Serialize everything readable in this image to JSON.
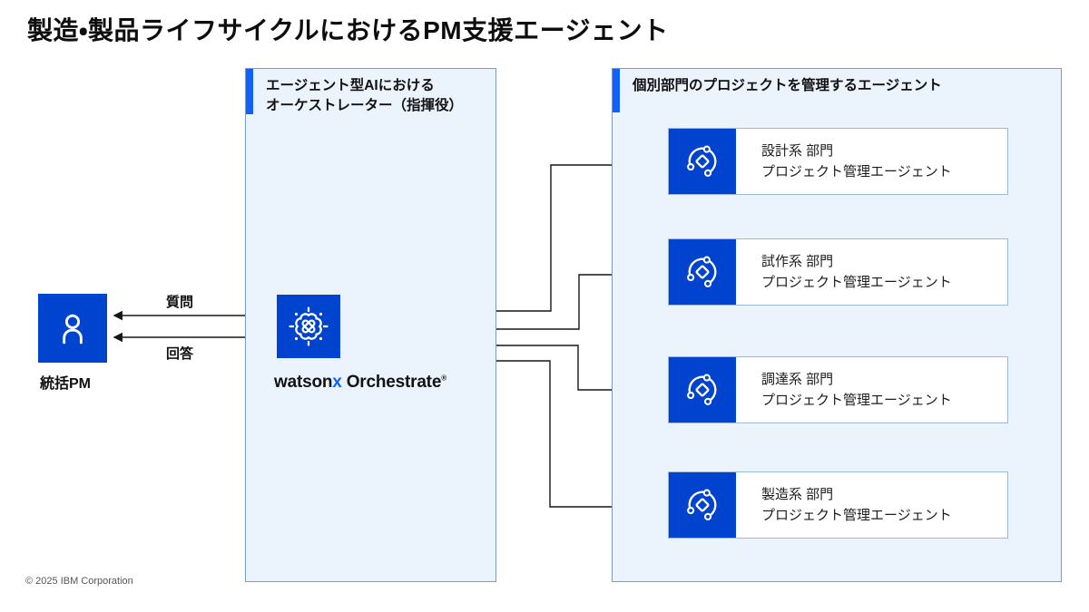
{
  "title": "製造・製品ライフサイクルにおけるPM支援エージェント",
  "actor": {
    "icon": "user-icon",
    "label": "統括PM"
  },
  "flows": {
    "question_label": "質問",
    "answer_label": "回答"
  },
  "orchestrator_panel": {
    "header_line1": "エージェント型AIにおける",
    "header_line2": "オーケストレーター（指揮役）",
    "product": {
      "icon": "watsonx-orchestrate-icon",
      "brand_prefix": "watson",
      "brand_x": "x",
      "brand_suffix": " Orchestrate",
      "trademark": "®"
    }
  },
  "agents_panel": {
    "header": "個別部門のプロジェクトを管理するエージェント",
    "cards": [
      {
        "icon": "ai-agent-icon",
        "line1": "設計系 部門",
        "line2": "プロジェクト管理エージェント"
      },
      {
        "icon": "ai-agent-icon",
        "line1": "試作系 部門",
        "line2": "プロジェクト管理エージェント"
      },
      {
        "icon": "ai-agent-icon",
        "line1": "調達系 部門",
        "line2": "プロジェクト管理エージェント"
      },
      {
        "icon": "ai-agent-icon",
        "line1": "製造系 部門",
        "line2": "プロジェクト管理エージェント"
      }
    ]
  },
  "footer": {
    "copyright": "© 2025 IBM Corporation"
  },
  "colors": {
    "ibm_blue": "#0043ce",
    "accent_bar": "#0f62fe",
    "panel_bg": "#ebf3fd",
    "panel_border": "#7e9ac0",
    "card_border": "#9db8d8",
    "arrow": "#161616",
    "brand_x": "#0f62fe"
  }
}
